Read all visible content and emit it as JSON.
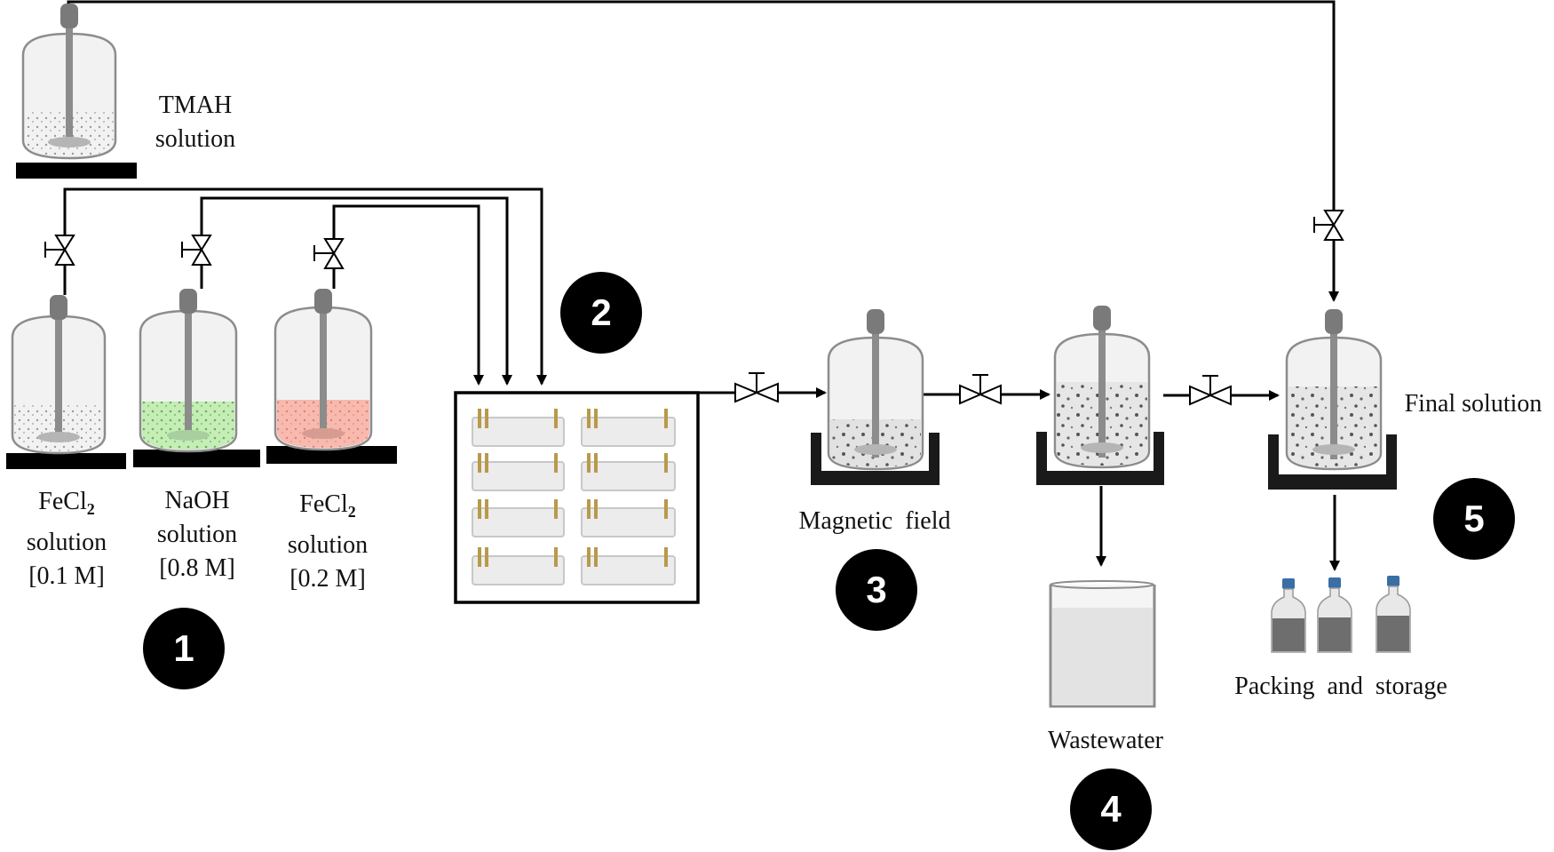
{
  "labels": {
    "tmah_line1": "TMAH",
    "tmah_line2": "solution",
    "fecl2_a_name": "FeCl",
    "fecl2_a_sub": "2",
    "fecl2_a_line2": "solution",
    "fecl2_a_line3": "[0.1 M]",
    "naoh_line1": "NaOH",
    "naoh_line2": "solution",
    "naoh_line3": "[0.8 M]",
    "fecl2_b_name": "FeCl",
    "fecl2_b_sub": "2",
    "fecl2_b_line2": "solution",
    "fecl2_b_line3": "[0.2 M]",
    "magnetic_field": "Magnetic  field",
    "wastewater": "Wastewater",
    "final_solution": "Final solution",
    "packing": "Packing  and  storage"
  },
  "steps": [
    "1",
    "2",
    "3",
    "4",
    "5"
  ],
  "colors": {
    "line": "#000000",
    "tank_glass": "#f2f2f2",
    "tank_outline": "#8c8c8c",
    "grey_liquid": "#d9d9d9",
    "naoh_liquid": "#b8e6a6",
    "fecl2_liquid": "#f4a69a",
    "bottle_fill": "#6e6e6e",
    "bottle_cap": "#3a6ea5"
  }
}
